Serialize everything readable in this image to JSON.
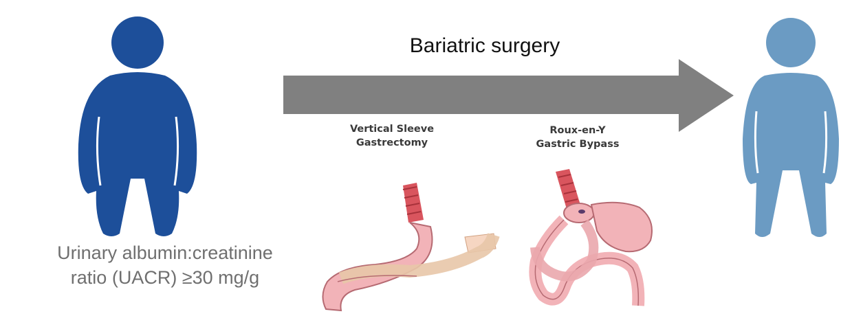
{
  "header": {
    "surgery_label": "Bariatric surgery"
  },
  "procedures": [
    {
      "line1": "Vertical Sleeve",
      "line2": "Gastrectomy"
    },
    {
      "line1": "Roux-en-Y",
      "line2": "Gastric Bypass"
    }
  ],
  "before": {
    "label_line1": "Urinary albumin:creatinine",
    "label_line2": "ratio (UACR) ≥30 mg/g"
  },
  "colors": {
    "before_person": "#1d4f9a",
    "after_person": "#6b9bc3",
    "arrow": "#808080",
    "stomach": "#f2b3b8",
    "esophagus": "#d9555e"
  }
}
